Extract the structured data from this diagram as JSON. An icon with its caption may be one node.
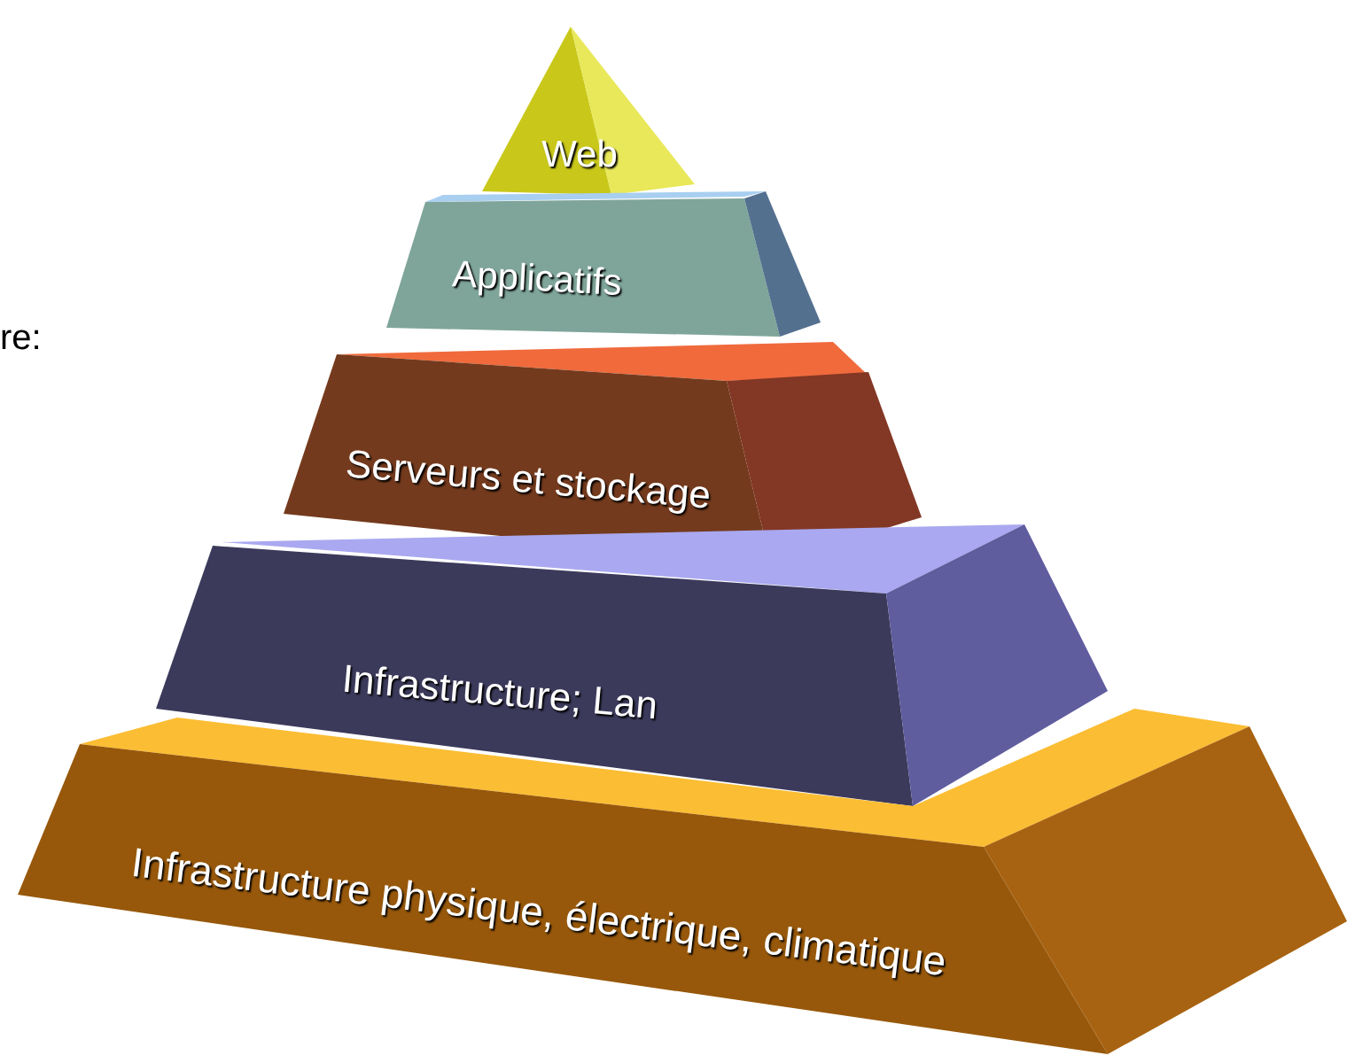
{
  "diagram": {
    "nodes": [
      {
        "text": [
          "Web"
        ]
      },
      {
        "text": [
          "Applicatifs"
        ]
      },
      {
        "text": [
          "Serveurs et stockage"
        ]
      },
      {
        "text": [
          "Infrastructure; Lan"
        ]
      },
      {
        "text": [
          "Infrastructure physique, électrique, climatique"
        ]
      }
    ],
    "labels": [
      "re:"
    ]
  }
}
